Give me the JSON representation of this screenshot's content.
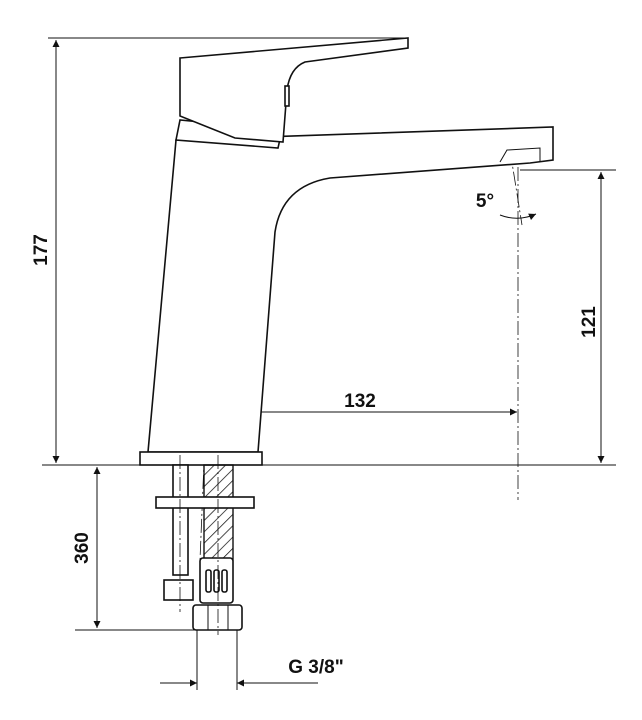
{
  "drawing": {
    "dimensions": {
      "total_height": "177",
      "spout_height": "121",
      "spout_reach": "132",
      "spout_angle": "5°",
      "hose_length": "360",
      "connection_thread": "G 3/8\""
    }
  }
}
